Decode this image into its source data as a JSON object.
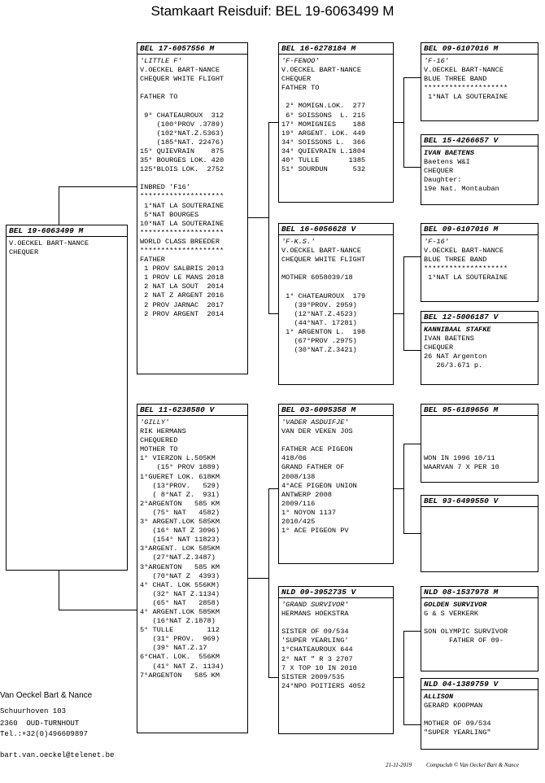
{
  "title": "Stamkaart Reisduif: BEL 19-6063499 M",
  "pigeons": {
    "p0": {
      "ring": "BEL 19-6063499 M",
      "lines": [
        {
          "t": "V.OECKEL BART-NANCE"
        },
        {
          "t": "CHEQUER"
        }
      ]
    },
    "p1": {
      "ring": "BEL 17-6057556 M",
      "lines": [
        {
          "t": "'LITTLE F'",
          "s": "it"
        },
        {
          "t": "V.OECKEL BART-NANCE"
        },
        {
          "t": "CHEQUER WHITE FLIGHT"
        },
        {
          "t": ""
        },
        {
          "t": "FATHER TO"
        },
        {
          "t": ""
        },
        {
          "t": " 9° CHATEAUROUX  312"
        },
        {
          "t": "    (100°PROV .3789)"
        },
        {
          "t": "    (102°NAT.Z.5363)"
        },
        {
          "t": "    (185°NAT. 22476)"
        },
        {
          "t": "15° QUIEVRAIN    875"
        },
        {
          "t": "35° BOURGES LOK. 420"
        },
        {
          "t": "125°BLOIS LOK.  2752"
        },
        {
          "t": ""
        },
        {
          "t": "INBRED 'F16'"
        },
        {
          "t": "********************"
        },
        {
          "t": " 1°NAT LA SOUTERAINE"
        },
        {
          "t": " 5°NAT BOURGES"
        },
        {
          "t": "10°NAT LA SOUTERAINE"
        },
        {
          "t": "********************"
        },
        {
          "t": "WORLD CLASS BREEDER"
        },
        {
          "t": "********************"
        },
        {
          "t": "FATHER"
        },
        {
          "t": " 1 PROV SALBRIS 2013"
        },
        {
          "t": " 1 PROV LE MANS 2018"
        },
        {
          "t": " 2 NAT LA SOUT  2014"
        },
        {
          "t": " 2 NAT Z ARGENT 2016"
        },
        {
          "t": " 2 PROV JARNAC  2017"
        },
        {
          "t": " 2 PROV ARGENT  2014"
        }
      ]
    },
    "p2": {
      "ring": "BEL 11-6238580 V",
      "lines": [
        {
          "t": "'GILLY'",
          "s": "it"
        },
        {
          "t": "RIK HERMANS"
        },
        {
          "t": "CHEQUERED"
        },
        {
          "t": "MOTHER TO"
        },
        {
          "t": "1° VIERZON L.505KM"
        },
        {
          "t": "    (15° PROV 1889)"
        },
        {
          "t": "1°GUERET LOK. 618KM"
        },
        {
          "t": "   (13°PROV.   529)"
        },
        {
          "t": "   ( 8°NAT Z.  931)"
        },
        {
          "t": "2°ARGENTON   585 KM"
        },
        {
          "t": "   (75° NAT   4582)"
        },
        {
          "t": "3° ARGENT.LOK 585KM"
        },
        {
          "t": "   (16° NAT Z 3096)"
        },
        {
          "t": "   (154° NAT 11823)"
        },
        {
          "t": "3°ARGENT. LOK 585KM"
        },
        {
          "t": "   (27°NAT.Z.3487)"
        },
        {
          "t": "3°ARGENTON   585 KM"
        },
        {
          "t": "   (70°NAT Z  4393)"
        },
        {
          "t": "4° CHAT. LOK 556KM)"
        },
        {
          "t": "   (32° NAT Z.1134)"
        },
        {
          "t": "   (65° NAT   2858)"
        },
        {
          "t": "4° ARGENT.LOK 585KM"
        },
        {
          "t": "   (16°NAT Z.1878)"
        },
        {
          "t": "5° TULLE        112"
        },
        {
          "t": "   (31° PROV.  969)"
        },
        {
          "t": "   (39° NAT.Z.17"
        },
        {
          "t": "6°CHAT. LOK.  556KM"
        },
        {
          "t": "   (41° NAT Z. 1134)"
        },
        {
          "t": "7°ARGENTON   585 KM"
        }
      ]
    },
    "p3": {
      "ring": "BEL 16-6278184 M",
      "lines": [
        {
          "t": "'F-FENOO'",
          "s": "it"
        },
        {
          "t": "V.OECKEL BART-NANCE"
        },
        {
          "t": "CHEQUER"
        },
        {
          "t": "FATHER TO"
        },
        {
          "t": ""
        },
        {
          "t": " 2° MOMIGN.LOK.  277"
        },
        {
          "t": " 6° SOISSONS  L. 215"
        },
        {
          "t": "17° MOMIGNIES    188"
        },
        {
          "t": "19° ARGENT. LOK. 449"
        },
        {
          "t": "34° SOISSONS L.  366"
        },
        {
          "t": "34° QUIEVRAIN L.1804"
        },
        {
          "t": "40° TULLE       1385"
        },
        {
          "t": "51° SOURDUN      532"
        }
      ]
    },
    "p4": {
      "ring": "BEL 16-6056628 V",
      "lines": [
        {
          "t": "'F-K.S.'",
          "s": "it"
        },
        {
          "t": "V.OECKEL BART-NANCE"
        },
        {
          "t": "CHEQUER WHITE FLIGHT"
        },
        {
          "t": ""
        },
        {
          "t": "MOTHER 6058039/18"
        },
        {
          "t": ""
        },
        {
          "t": " 1° CHATEAUROUX  179"
        },
        {
          "t": "   (39°PROV. 2959)"
        },
        {
          "t": "   (12°NAT.Z.4523)"
        },
        {
          "t": "   (44°NAT. 17281)"
        },
        {
          "t": " 1° ARGENTON L.  198"
        },
        {
          "t": "   (67°PROV .2975)"
        },
        {
          "t": "   (30°NAT.Z.3421)"
        }
      ]
    },
    "p5": {
      "ring": "BEL 03-6095358 M",
      "lines": [
        {
          "t": "'VADER ASDUIFJE'",
          "s": "it"
        },
        {
          "t": "VAN DER VEKEN JOS"
        },
        {
          "t": ""
        },
        {
          "t": "FATHER ACE PIGEON"
        },
        {
          "t": "418/06"
        },
        {
          "t": "GRAND FATHER OF"
        },
        {
          "t": "2008/138"
        },
        {
          "t": "4°ACE PIGEON UNION"
        },
        {
          "t": "ANTWERP 2008"
        },
        {
          "t": "2009/116"
        },
        {
          "t": "1° NOYON 1137"
        },
        {
          "t": "2010/425"
        },
        {
          "t": "1° ACE PIGEON PV"
        }
      ]
    },
    "p6": {
      "ring": "NLD 09-3952735 V",
      "lines": [
        {
          "t": "'GRAND SURVIVOR'",
          "s": "it"
        },
        {
          "t": "HERMANS HOEKSTRA"
        },
        {
          "t": ""
        },
        {
          "t": "SISTER OF 09/534"
        },
        {
          "t": "'SUPER YEARLING'"
        },
        {
          "t": "1°CHATEAUROUX 644"
        },
        {
          "t": "2° NAT \" R 3 2707"
        },
        {
          "t": "7 X TOP 10 IN 2010"
        },
        {
          "t": "SISTER 2009/535"
        },
        {
          "t": "24°NPO POITIERS 4052"
        }
      ]
    },
    "p7": {
      "ring": "BEL 09-6107016 M",
      "lines": [
        {
          "t": "'F-16'",
          "s": "it"
        },
        {
          "t": "V.OECKEL BART-NANCE"
        },
        {
          "t": "BLUE THREE BAND"
        },
        {
          "t": "********************"
        },
        {
          "t": " 1°NAT LA SOUTERAINE"
        }
      ]
    },
    "p8": {
      "ring": "BEL 15-4266657 V",
      "lines": [
        {
          "t": "IVAN BAETENS",
          "s": "ib"
        },
        {
          "t": "Baetens W&I"
        },
        {
          "t": "CHEQUER"
        },
        {
          "t": "Daughter:"
        },
        {
          "t": "19e Nat. Montauban"
        }
      ]
    },
    "p9": {
      "ring": "BEL 09-6107016 M",
      "lines": [
        {
          "t": "'F-16'",
          "s": "it"
        },
        {
          "t": "V.OECKEL BART-NANCE"
        },
        {
          "t": "BLUE THREE BAND"
        },
        {
          "t": "********************"
        },
        {
          "t": " 1°NAT LA SOUTERAINE"
        }
      ]
    },
    "p10": {
      "ring": "BEL 12-5006187 V",
      "lines": [
        {
          "t": "KANNIBAAL STAFKE",
          "s": "ib"
        },
        {
          "t": "IVAN BAETENS"
        },
        {
          "t": "CHEQUER"
        },
        {
          "t": "26 NAT Argenton"
        },
        {
          "t": "   26/3.671 p."
        }
      ]
    },
    "p11": {
      "ring": "BEL 95-6189656 M",
      "lines": [
        {
          "t": ""
        },
        {
          "t": ""
        },
        {
          "t": ""
        },
        {
          "t": ""
        },
        {
          "t": "WON IN 1996 10/11"
        },
        {
          "t": "WAARVAN 7 X PER 10"
        }
      ]
    },
    "p12": {
      "ring": "BEL 93-6499550 V",
      "lines": []
    },
    "p13": {
      "ring": "NLD 08-1537978 M",
      "lines": [
        {
          "t": "GOLDEN SURVIVOR",
          "s": "ib"
        },
        {
          "t": "G & S VERKERK"
        },
        {
          "t": ""
        },
        {
          "t": "SON OLYMPIC SURVIVOR"
        },
        {
          "t": "      FATHER OF 09-"
        }
      ]
    },
    "p14": {
      "ring": "NLD 04-1389759 V",
      "lines": [
        {
          "t": "ALLISON",
          "s": "ib"
        },
        {
          "t": "GERARD KOOPMAN"
        },
        {
          "t": ""
        },
        {
          "t": "MOTHER OF 09/534"
        },
        {
          "t": "\"SUPER YEARLING\""
        }
      ]
    }
  },
  "owner": {
    "name": "Van Oeckel Bart & Nance",
    "street": "Schuurhoven 103",
    "city": "2360  OUD-TURNHOUT",
    "phone": "Tel.:+32(0)496609897",
    "email": "bart.van.oeckel@telenet.be"
  },
  "footer": {
    "date": "21-11-2019",
    "credit": "Compuclub © Van Oeckel Bart & Nance"
  }
}
